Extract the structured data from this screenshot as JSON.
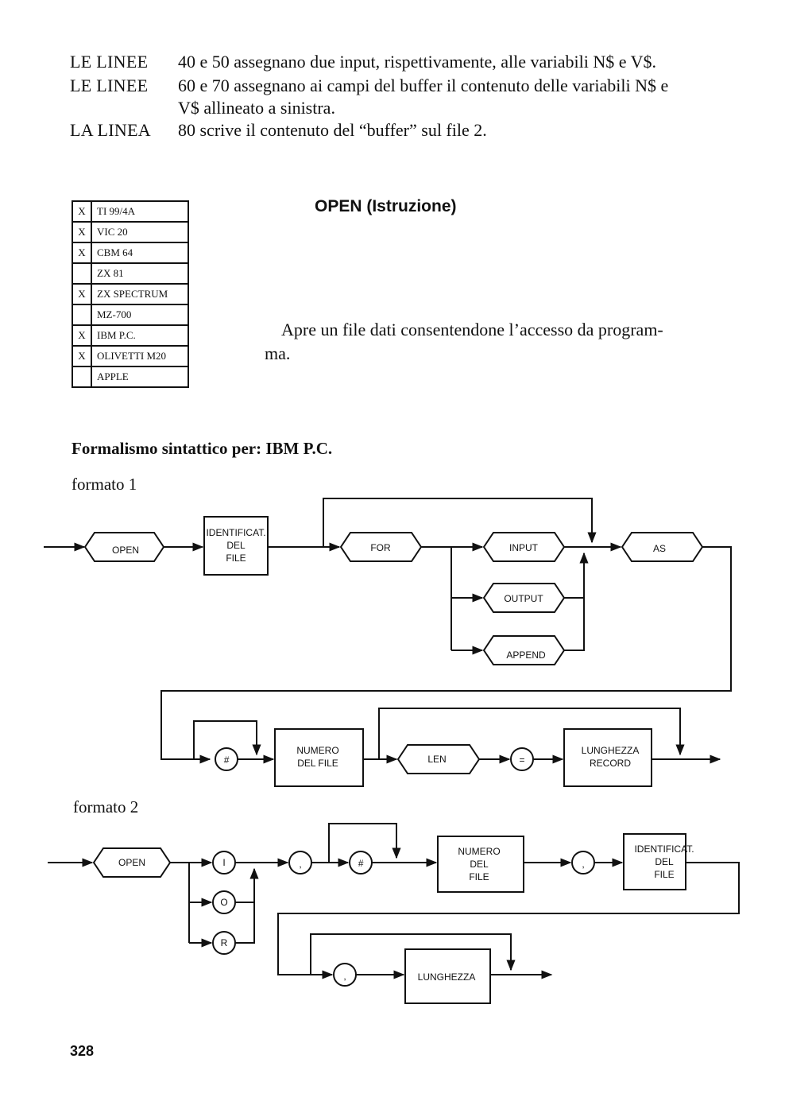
{
  "intro": {
    "line1_label": "LE LINEE",
    "line1_text": "40 e 50 assegnano due input, rispettivamente, alle variabili N$ e V$.",
    "line2_label": "LE LINEE",
    "line2_text": "60 e 70 assegnano ai campi del buffer il contenuto delle variabili N$ e",
    "line2_cont": "V$ allineato a sinistra.",
    "line3_label": "LA LINEA",
    "line3_text": "80 scrive il contenuto del “buffer” sul file 2."
  },
  "compat": [
    {
      "mark": "X",
      "name": "TI 99/4A"
    },
    {
      "mark": "X",
      "name": "VIC 20"
    },
    {
      "mark": "X",
      "name": "CBM 64"
    },
    {
      "mark": "",
      "name": "ZX 81"
    },
    {
      "mark": "X",
      "name": "ZX SPECTRUM"
    },
    {
      "mark": "",
      "name": "MZ-700"
    },
    {
      "mark": "X",
      "name": "IBM P.C."
    },
    {
      "mark": "X",
      "name": "OLIVETTI M20"
    },
    {
      "mark": "",
      "name": "APPLE"
    }
  ],
  "heading": "OPEN (Istruzione)",
  "description_line1": "Apre un file dati consentendone l’accesso da program-",
  "description_line2": "ma.",
  "subheading": "Formalismo sintattico per: IBM P.C.",
  "format1": {
    "label": "formato 1",
    "open": "OPEN",
    "ident_l1": "IDENTIFICAT.",
    "ident_l2": "DEL",
    "ident_l3": "FILE",
    "for": "FOR",
    "input": "INPUT",
    "output": "OUTPUT",
    "append": "APPEND",
    "as": "AS",
    "hash": "#",
    "numero_l1": "NUMERO",
    "numero_l2": "DEL FILE",
    "len": "LEN",
    "equals": "=",
    "lung_l1": "LUNGHEZZA",
    "lung_l2": "RECORD"
  },
  "format2": {
    "label": "formato 2",
    "open": "OPEN",
    "mode_i": "I",
    "mode_o": "O",
    "mode_r": "R",
    "comma1": ",",
    "hash": "#",
    "numero_l1": "NUMERO",
    "numero_l2": "DEL",
    "numero_l3": "FILE",
    "comma2": ",",
    "ident_l1": "IDENTIFICAT.",
    "ident_l2": "DEL",
    "ident_l3": "FILE",
    "comma3": ",",
    "lunghezza": "LUNGHEZZA"
  },
  "page_number": "328"
}
